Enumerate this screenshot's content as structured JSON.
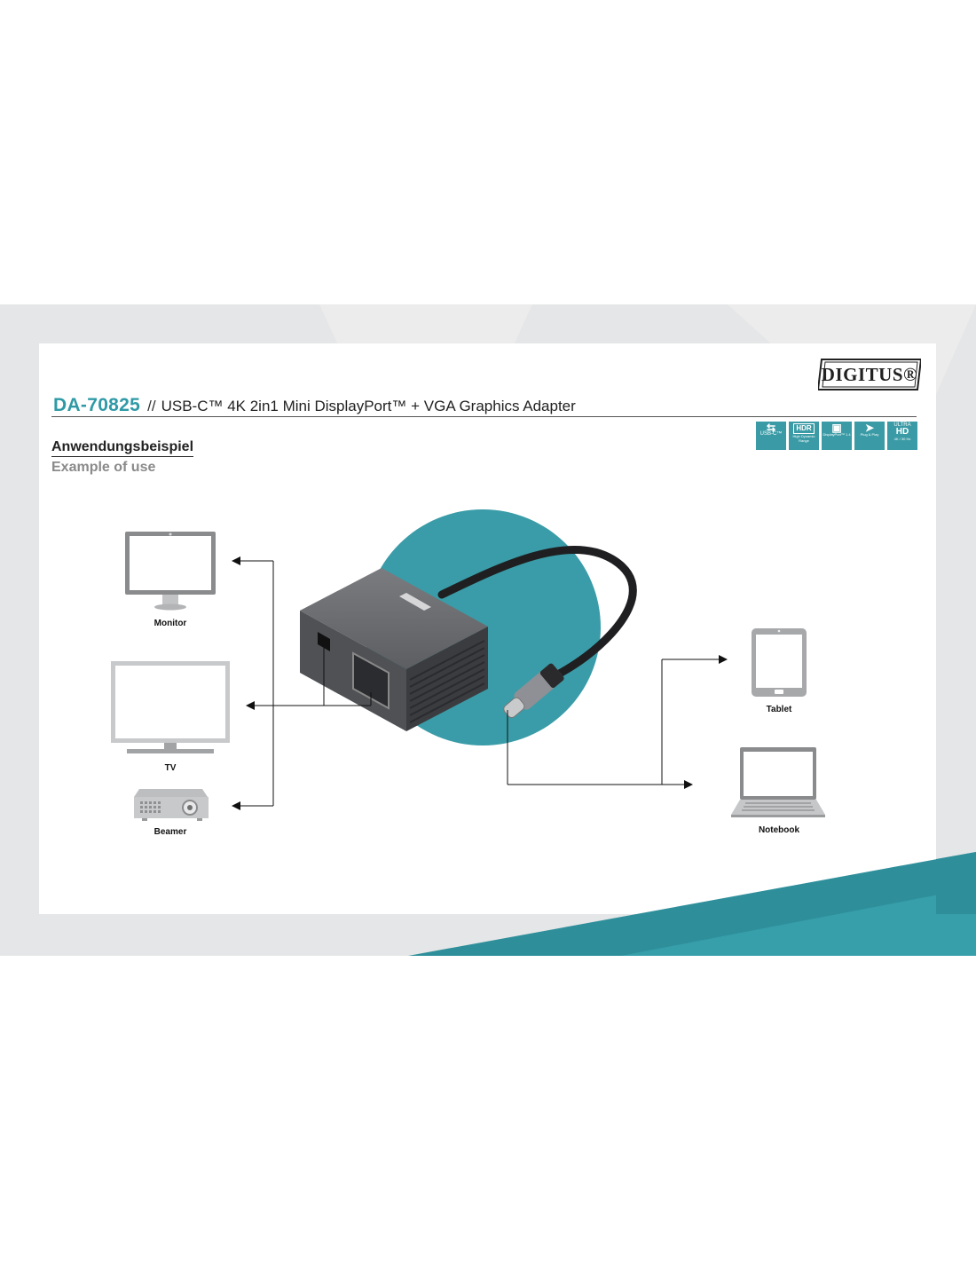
{
  "header": {
    "model": "DA-70825",
    "separator": "//",
    "product_name": "USB-C™ 4K 2in1 Mini DisplayPort™ + VGA Graphics Adapter"
  },
  "brand": {
    "logo_text": "DIGITUS®"
  },
  "section": {
    "title_de": "Anwendungsbeispiel",
    "title_en": "Example of use"
  },
  "features": [
    {
      "icon": "usb-c-icon",
      "label": "USB-C™"
    },
    {
      "icon": "hdr-icon",
      "label": "HDR",
      "sub": "High Dynamic Range"
    },
    {
      "icon": "displayport-icon",
      "label": "DisplayPort™ 1.4"
    },
    {
      "icon": "plug-and-play-icon",
      "label": "Plug & Play"
    },
    {
      "icon": "ultra-hd-icon",
      "label_top": "ULTRA",
      "label": "HD",
      "sub": "4K / 30 Hz"
    }
  ],
  "devices": {
    "left": [
      {
        "icon": "monitor-icon",
        "label": "Monitor"
      },
      {
        "icon": "tv-icon",
        "label": "TV"
      },
      {
        "icon": "projector-icon",
        "label": "Beamer"
      }
    ],
    "right": [
      {
        "icon": "tablet-icon",
        "label": "Tablet"
      },
      {
        "icon": "laptop-icon",
        "label": "Notebook"
      }
    ]
  },
  "colors": {
    "accent": "#2f9aa6",
    "teal_circle": "#3a9ca8",
    "band_gray": "#e5e6e7",
    "adapter_gray": "#6b6d72"
  }
}
